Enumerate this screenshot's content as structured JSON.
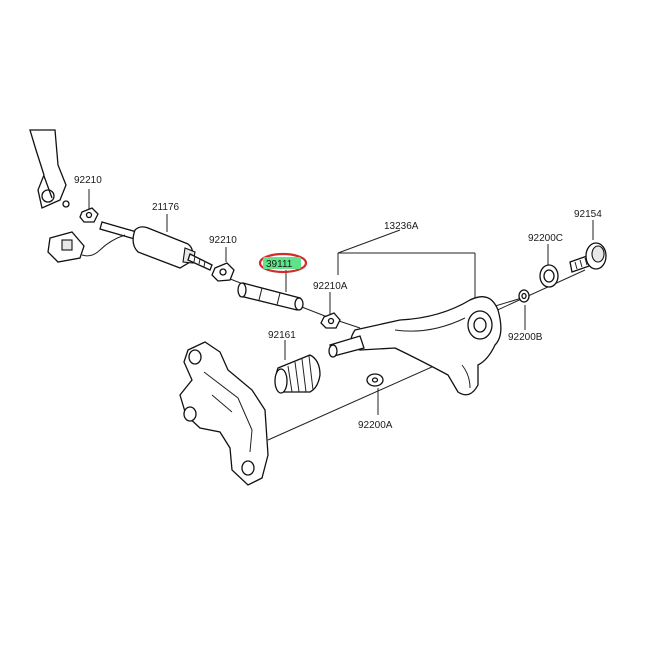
{
  "labels": {
    "p92210_a": "92210",
    "p21176": "21176",
    "p92210_b": "92210",
    "p92210a": "92210A",
    "p13236a": "13236A",
    "p92200c": "92200C",
    "p92154": "92154",
    "p92200b": "92200B",
    "p92161": "92161",
    "p92200a": "92200A",
    "highlight": "39111"
  },
  "colors": {
    "highlight_ring": "#d42a2a",
    "highlight_fill": "#5fe38a"
  }
}
